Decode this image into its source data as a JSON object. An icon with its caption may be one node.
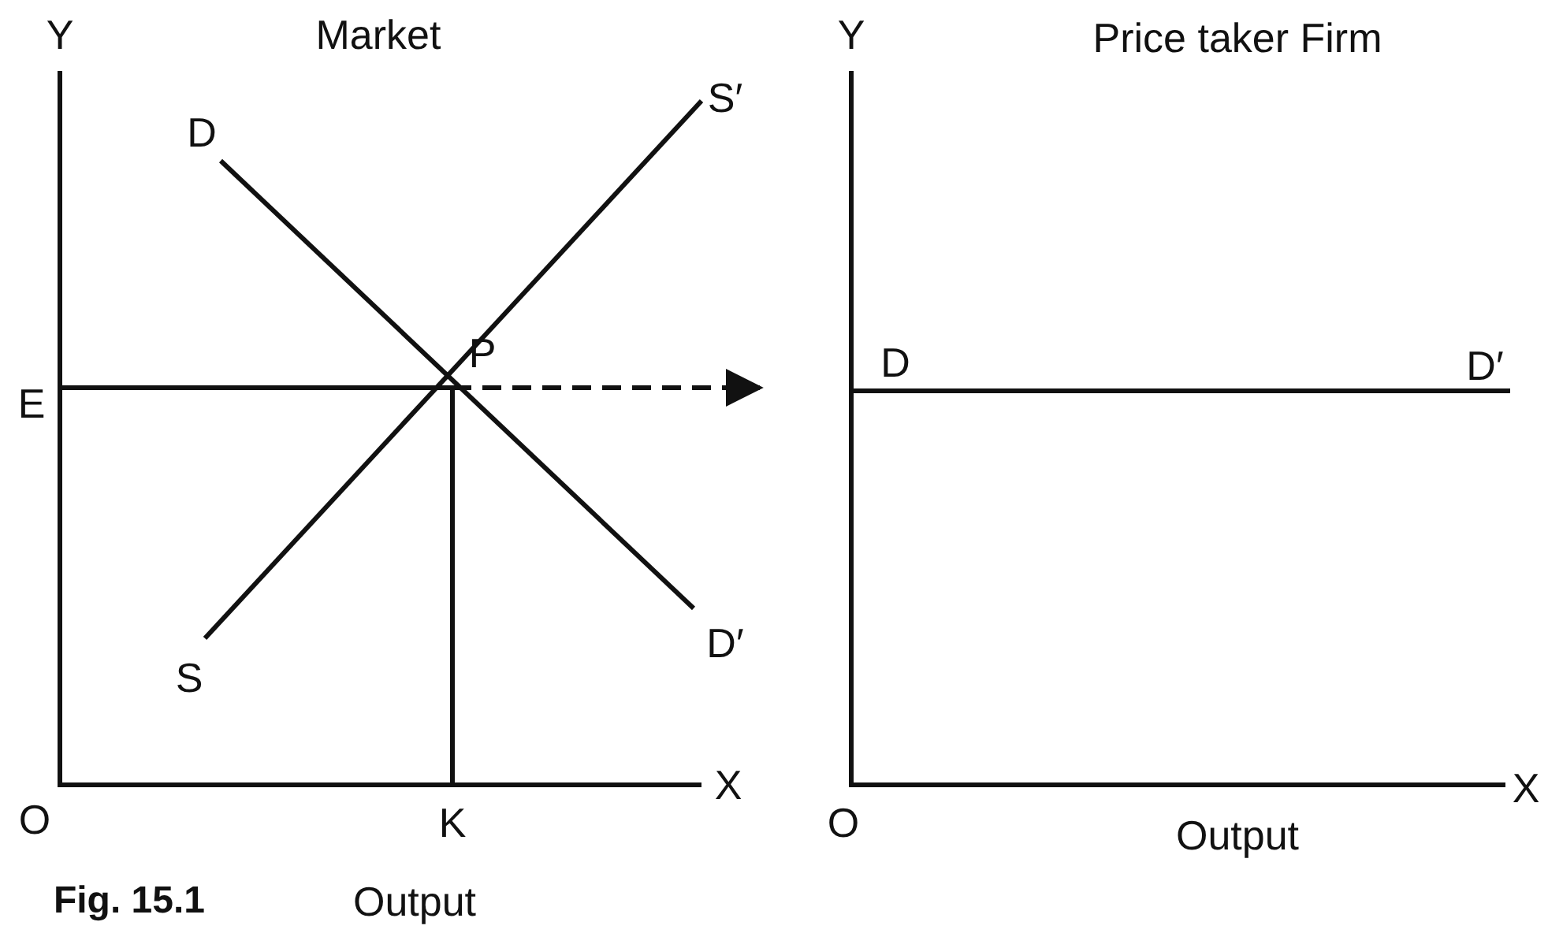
{
  "diagram": {
    "caption": "Fig. 15.1",
    "labels": [
      "Y",
      "Market",
      "Y",
      "Price taker Firm",
      "D",
      "S′",
      "P",
      "E",
      "D",
      "D′",
      "S",
      "D′",
      "O",
      "K",
      "X",
      "O",
      "X",
      "Output",
      "Output"
    ]
  }
}
